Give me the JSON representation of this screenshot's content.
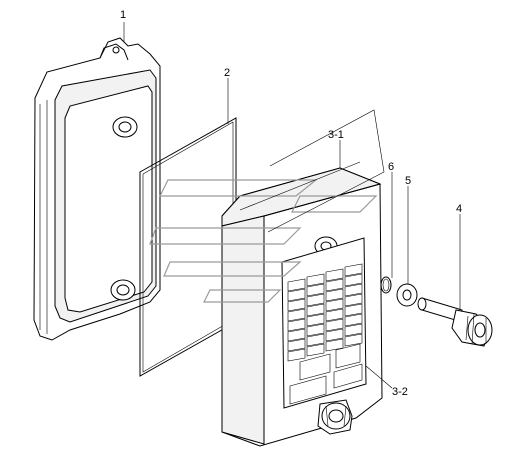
{
  "callouts": {
    "c1": "1",
    "c2": "2",
    "c3_1": "3-1",
    "c6": "6",
    "c5": "5",
    "c4": "4",
    "c3_2": "3-2"
  }
}
